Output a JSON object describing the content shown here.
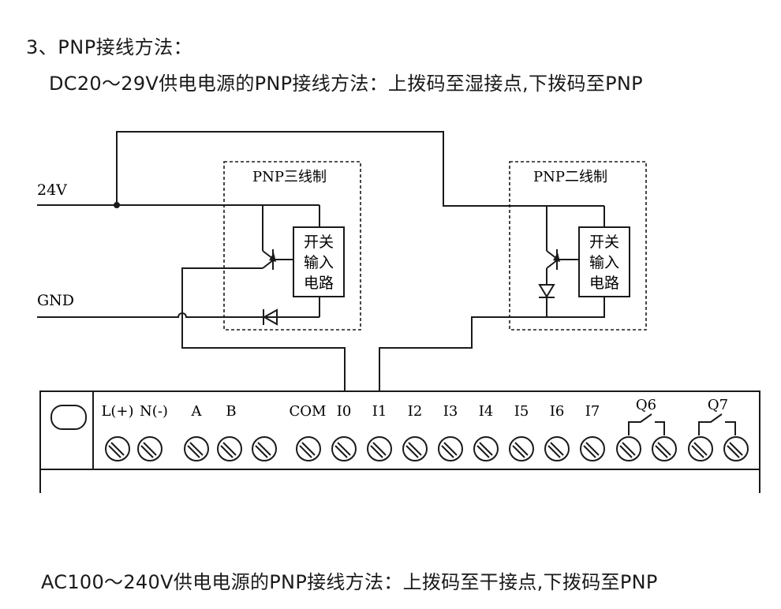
{
  "heading": "3、PNP接线方法：",
  "subheading": "DC20～29V供电电源的PNP接线方法：上拨码至湿接点,下拨码至PNP",
  "footer": "AC100～240V供电电源的PNP接线方法：上拨码至干接点,下拨码至PNP",
  "rails": {
    "power": "24V",
    "ground": "GND"
  },
  "sensors": [
    {
      "title": "PNP三线制",
      "box_lines": [
        "开关",
        "输入",
        "电路"
      ]
    },
    {
      "title": "PNP二线制",
      "box_lines": [
        "开关",
        "输入",
        "电路"
      ]
    }
  ],
  "terminals": [
    "L(+)",
    "N(-)",
    "A",
    "B",
    "COM",
    "I0",
    "I1",
    "I2",
    "I3",
    "I4",
    "I5",
    "I6",
    "I7",
    "Q6",
    "Q7"
  ]
}
